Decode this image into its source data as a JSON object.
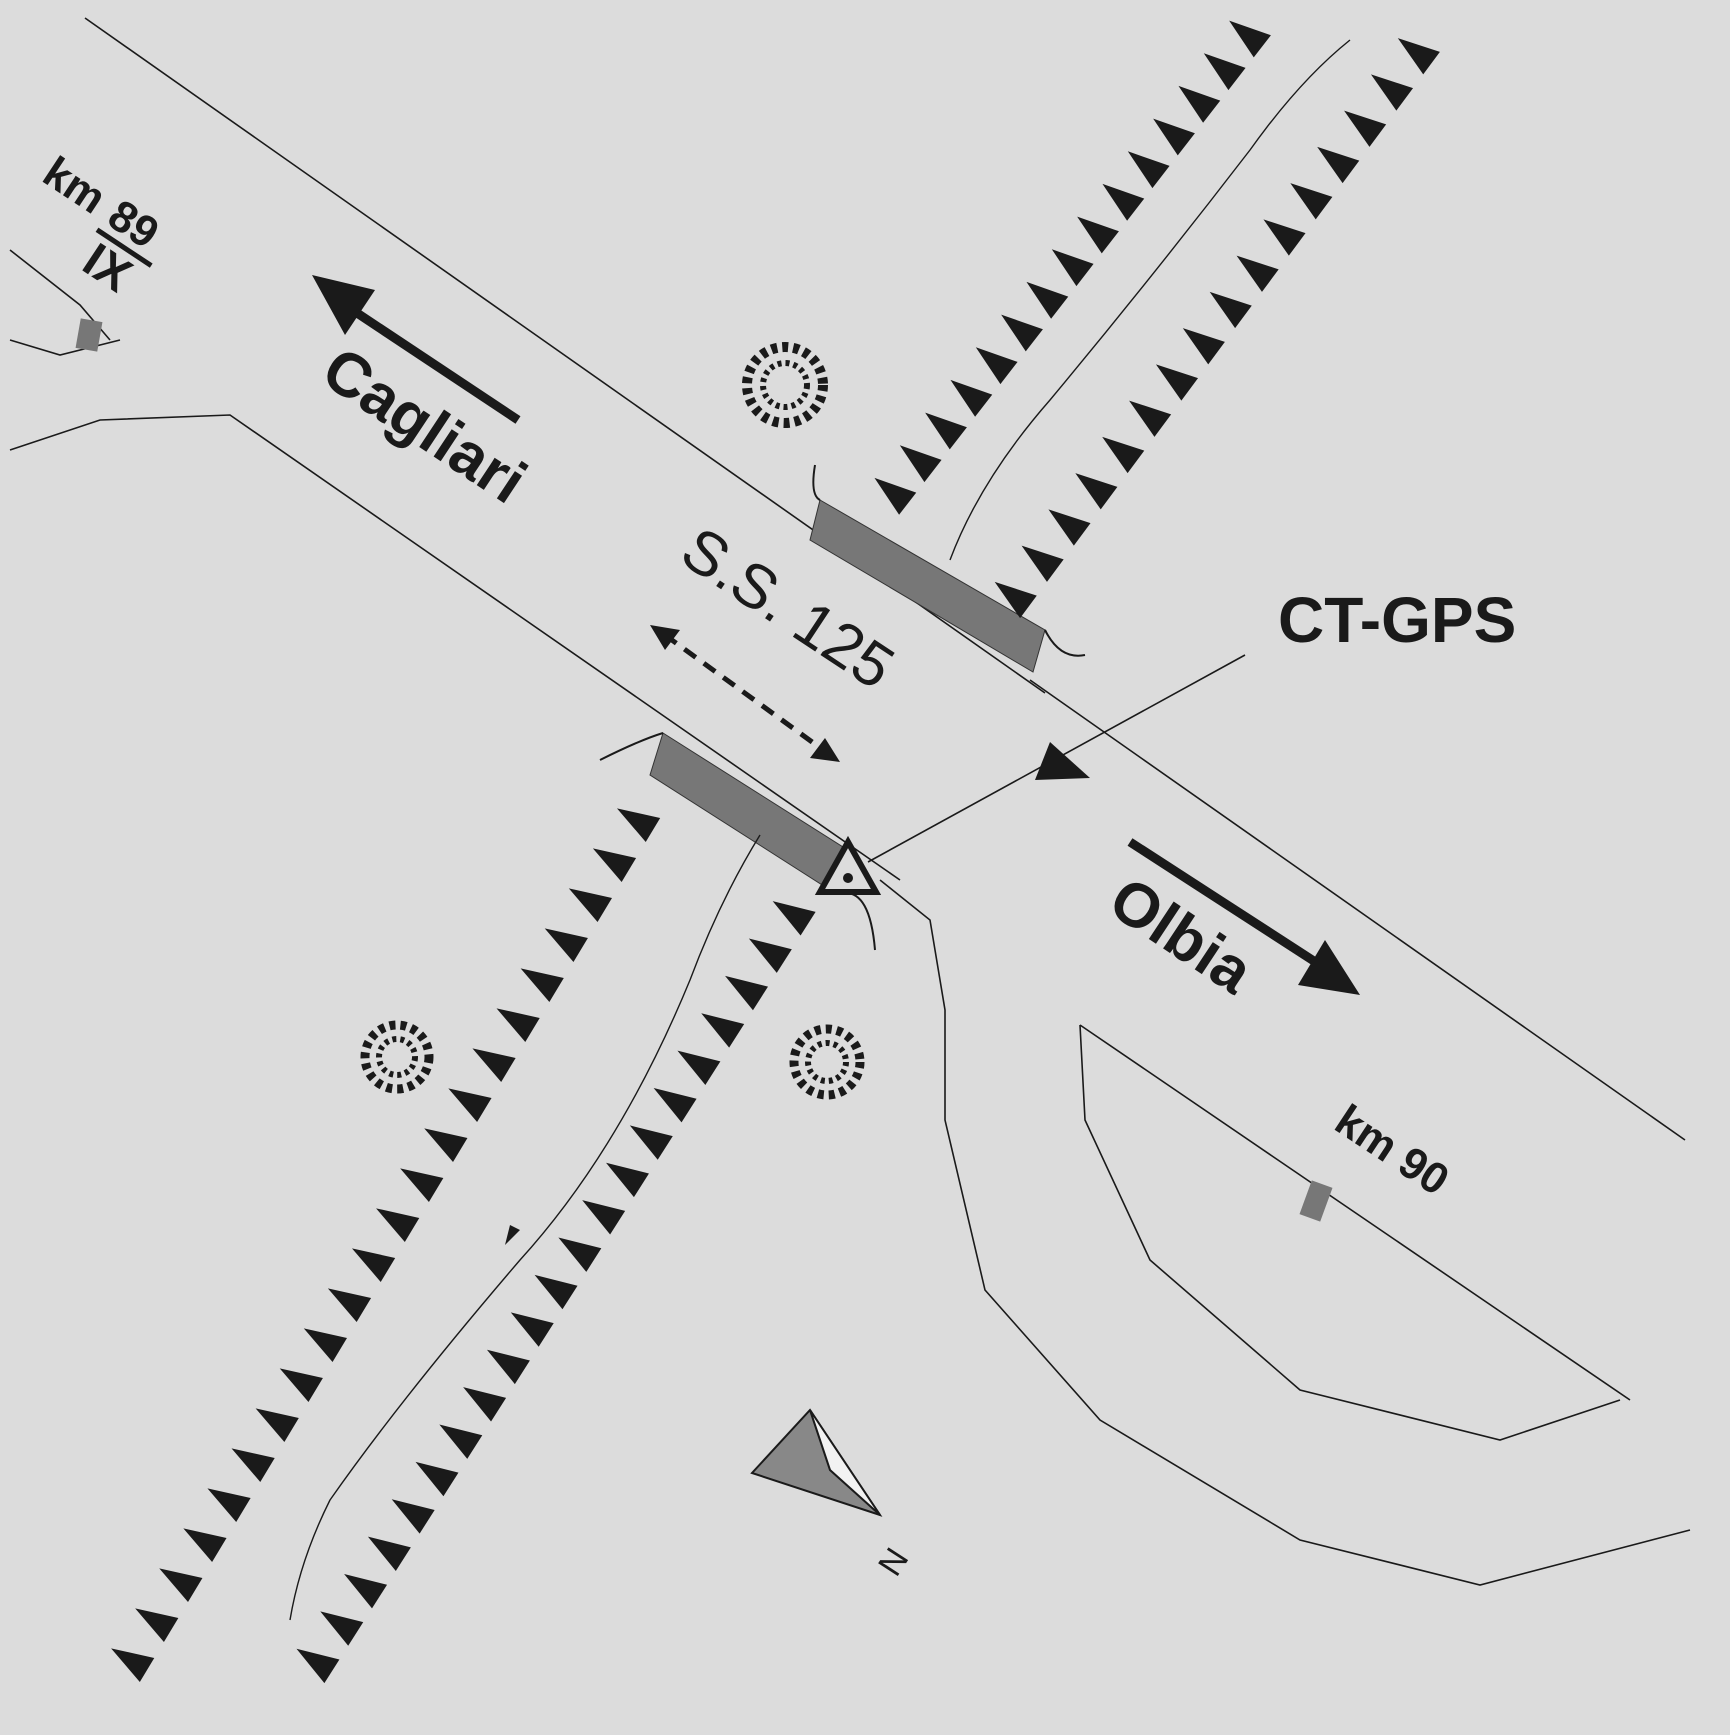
{
  "labels": {
    "road": "S.S. 125",
    "station": "CT-GPS",
    "direction_west": "Cagliari",
    "direction_east": "Olbia",
    "km_west_prefix": "km",
    "km_west_value": "89",
    "km_west_roman": "IX",
    "km_east": "km 90",
    "north": "N"
  },
  "colors": {
    "background": "#dcdcdc",
    "ink": "#1a1a1a",
    "bridge_fill": "#777777",
    "marker_fill": "#777777"
  },
  "icons": {
    "station_marker": "triangle-with-dot",
    "trees": "shrub-icon",
    "north_arrow": "north-arrow-icon",
    "embankment": "hachure-triangles"
  }
}
